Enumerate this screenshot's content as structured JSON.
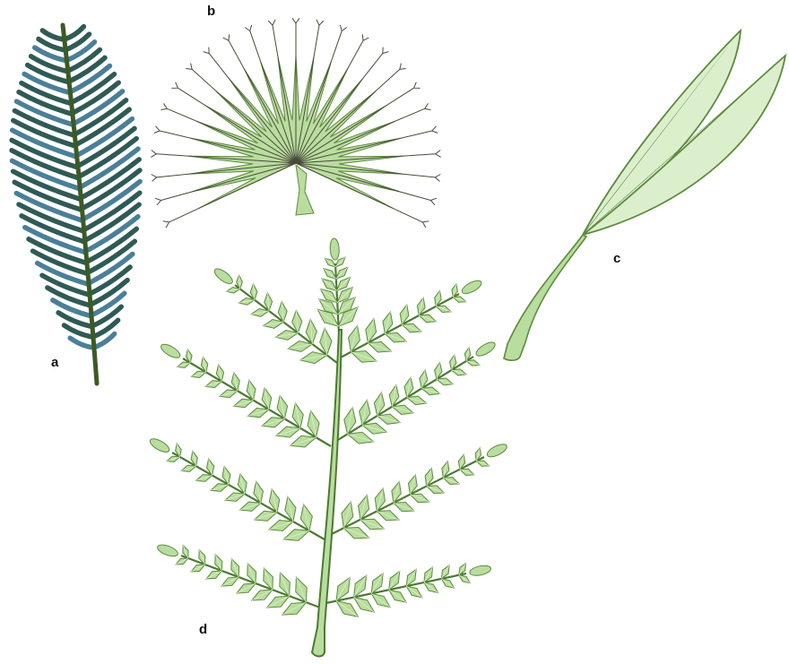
{
  "panels": {
    "a": {
      "label": "a",
      "leaf_type": "pinnate"
    },
    "b": {
      "label": "b",
      "leaf_type": "palmate"
    },
    "c": {
      "label": "c",
      "leaf_type": "bifid"
    },
    "d": {
      "label": "d",
      "leaf_type": "bipinnate"
    }
  },
  "colors": {
    "a_leaflet": "#2f5a55",
    "a_leaflet_highlight": "#4a7f9a",
    "a_rachis": "#3c5a25",
    "green_fill": "#b9dd9f",
    "green_fill_light": "#dcefcd",
    "green_stroke": "#5c8a3c",
    "green_dark": "#4b7a30",
    "b_ray_stroke": "#4a4a3a"
  }
}
